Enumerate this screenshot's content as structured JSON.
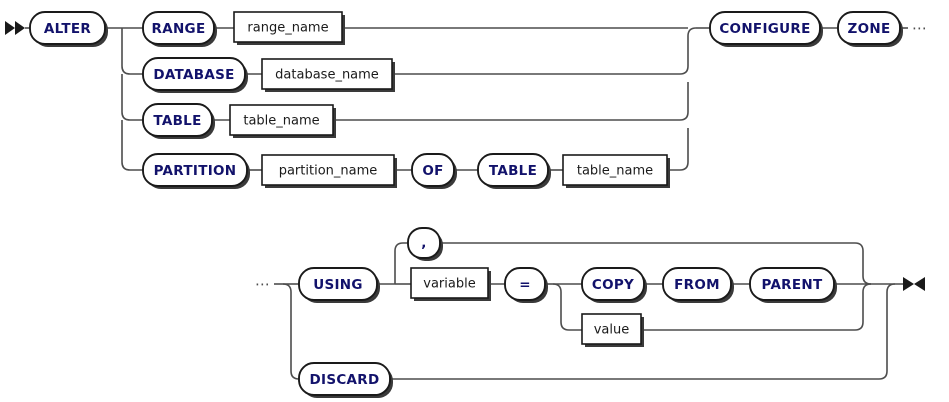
{
  "diagram": {
    "title": "ALTER ... CONFIGURE ZONE railroad syntax diagram",
    "kind": "railroad-syntax-diagram",
    "colors": {
      "terminal_text": "#12126b",
      "nonterminal_text": "#1a1a1a",
      "rail": "#4d4d4d",
      "box_stroke": "#1a1a1a",
      "background": "#ffffff"
    },
    "markers": {
      "start": "▶▶",
      "end": "▶◀",
      "continuation": "⋯"
    },
    "rows": {
      "top": {
        "start_keyword": "ALTER",
        "branches": [
          {
            "keyword": "RANGE",
            "argument": "range_name"
          },
          {
            "keyword": "DATABASE",
            "argument": "database_name"
          },
          {
            "keyword": "TABLE",
            "argument": "table_name"
          },
          {
            "keyword": "PARTITION",
            "argument": "partition_name",
            "extra": [
              "OF",
              "TABLE",
              "table_name"
            ]
          }
        ],
        "tail": [
          "CONFIGURE",
          "ZONE"
        ]
      },
      "bottom": {
        "branches": [
          {
            "keyword": "USING",
            "repeat_separator": ",",
            "argument": "variable",
            "operator": "=",
            "options": [
              [
                "COPY",
                "FROM",
                "PARENT"
              ],
              [
                "value"
              ]
            ]
          },
          {
            "keyword": "DISCARD"
          }
        ]
      }
    },
    "terminals": {
      "alter": "ALTER",
      "range": "RANGE",
      "database": "DATABASE",
      "table": "TABLE",
      "partition": "PARTITION",
      "of": "OF",
      "table2": "TABLE",
      "configure": "CONFIGURE",
      "zone": "ZONE",
      "using": "USING",
      "comma": ",",
      "equals": "=",
      "copy": "COPY",
      "from": "FROM",
      "parent": "PARENT",
      "discard": "DISCARD"
    },
    "nonterminals": {
      "range_name": "range_name",
      "database_name": "database_name",
      "table_name": "table_name",
      "partition_name": "partition_name",
      "table_name2": "table_name",
      "variable": "variable",
      "value": "value"
    },
    "continuations": {
      "after_zone": "⋯",
      "before_using": "⋯"
    }
  }
}
